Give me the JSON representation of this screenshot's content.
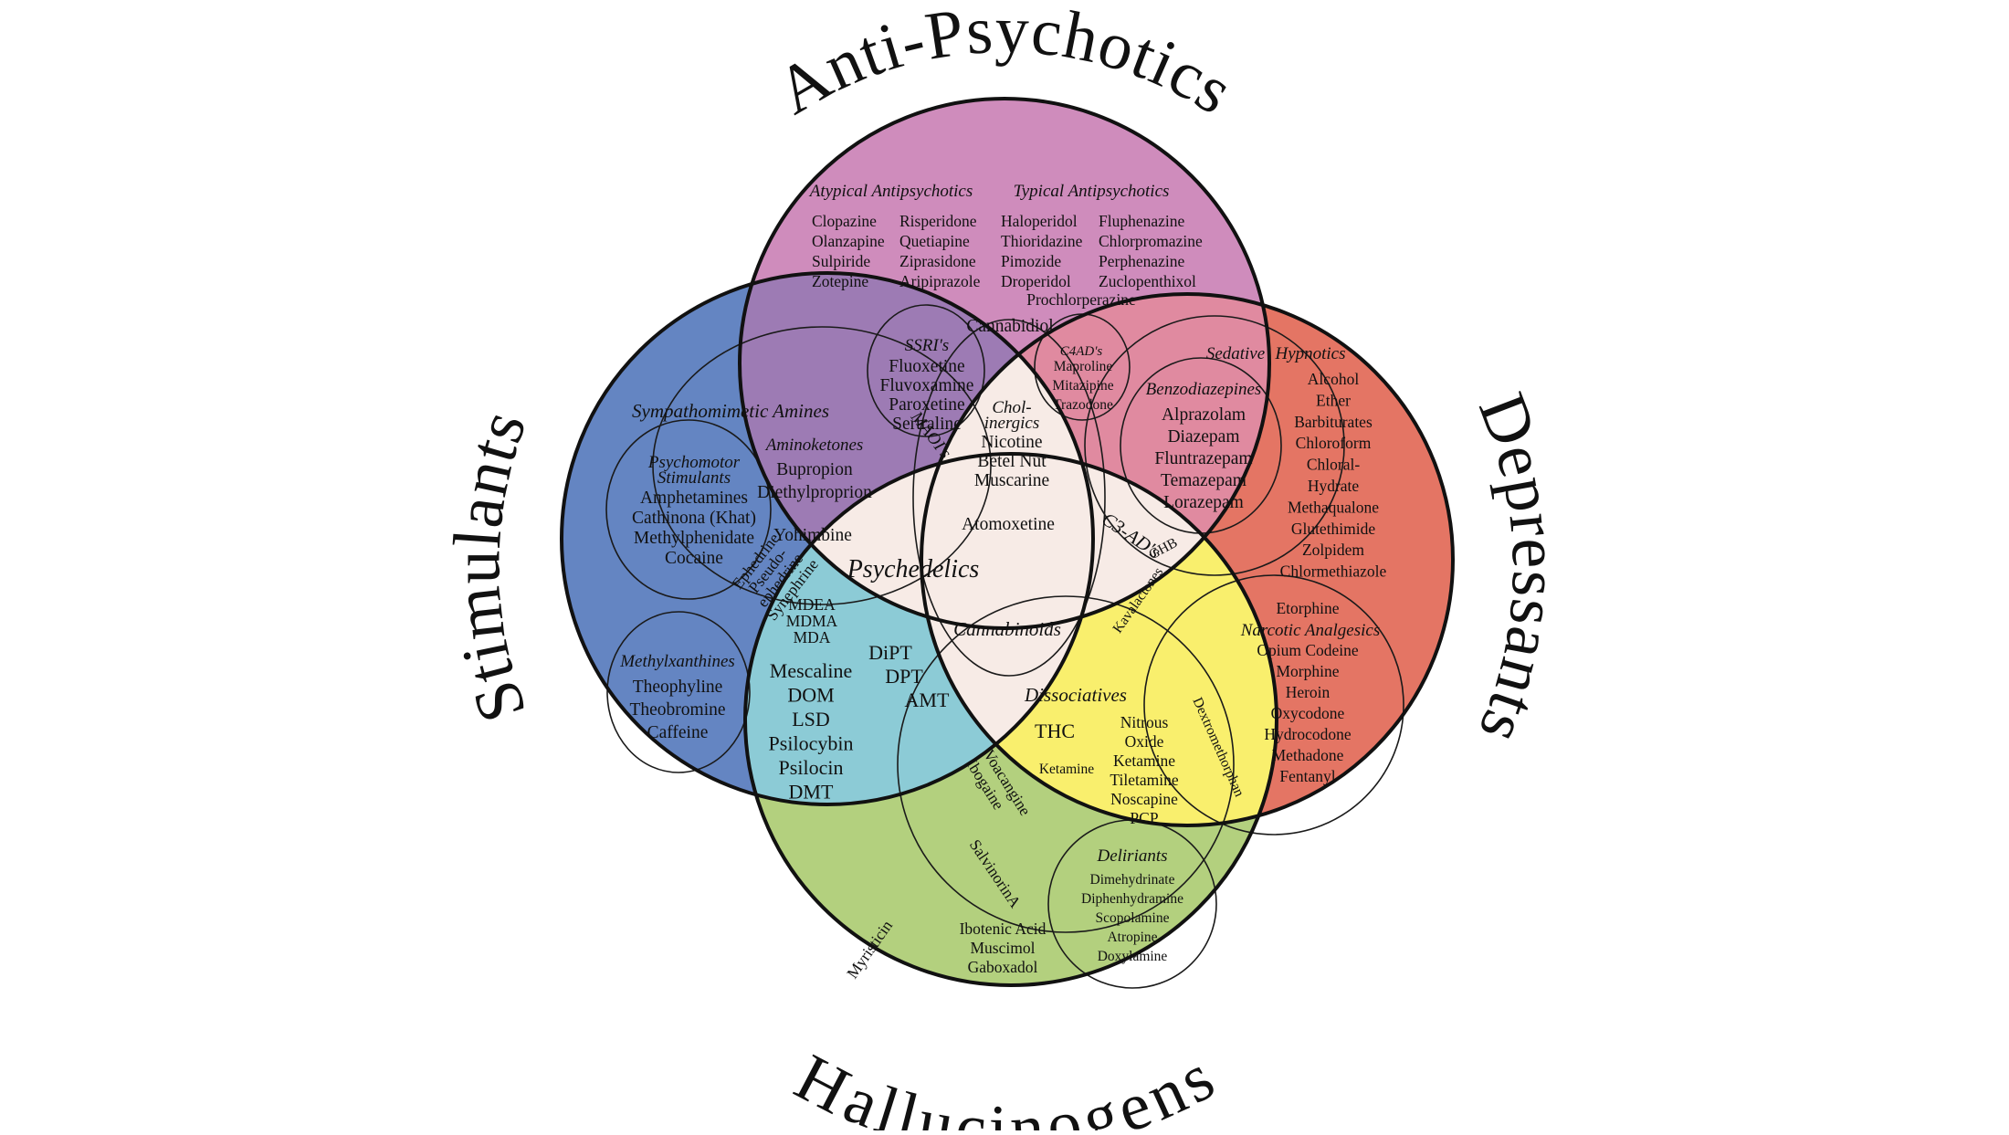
{
  "colors": {
    "anti_psychotics": "#cf8cbc",
    "stimulants": "#6485c2",
    "depressants": "#e47564",
    "hallucinogens": "#b3d07e",
    "stim_hall": "#8ccbd6",
    "hall_dep": "#f9ef6d",
    "center": "#f7ebe6",
    "stim_anti": "#9d7bb4",
    "anti_dep": "#e08aa0"
  },
  "titles": {
    "anti_psychotics": "Anti-Psychotics",
    "stimulants": "Stimulants",
    "depressants": "Depressants",
    "hallucinogens": "Hallucinogens"
  },
  "anti_psychotics": {
    "atypical_label": "Atypical Antipsychotics",
    "typical_label": "Typical Antipsychotics",
    "atypical_col1": [
      "Clopazine",
      "Olanzapine",
      "Sulpiride",
      "Zotepine"
    ],
    "atypical_col2": [
      "Risperidone",
      "Quetiapine",
      "Ziprasidone",
      "Aripiprazole"
    ],
    "typical_col1": [
      "Haloperidol",
      "Thioridazine",
      "Pimozide",
      "Droperidol"
    ],
    "typical_col2": [
      "Fluphenazine",
      "Chlorpromazine",
      "Perphenazine",
      "Zuclopenthixol"
    ],
    "typical_last": "Prochlorperazine",
    "cannabidiol": "Cannabidiol"
  },
  "ssri": {
    "label": "SSRI's",
    "items": [
      "Fluoxetine",
      "Fluvoxamine",
      "Paroxetine",
      "Sertraline"
    ]
  },
  "c4ad": {
    "label": "C4AD's",
    "items": [
      "Maproline",
      "Mitazipine",
      "Trazodone"
    ]
  },
  "cholinergics": {
    "label_1": "Chol-",
    "label_2": "inergics",
    "items": [
      "Nicotine",
      "Betel Nut",
      "Muscarine"
    ]
  },
  "maois": "MAOI's",
  "stimulants": {
    "symp_label": "Sympathomimetic Amines",
    "amino_label": "Aminoketones",
    "amino_items": [
      "Bupropion",
      "Diethylproprion"
    ],
    "psycho_label_1": "Psychomotor",
    "psycho_label_2": "Stimulants",
    "psycho_items": [
      "Amphetamines",
      "Cathinona (Khat)",
      "Methylphenidate",
      "Cocaine"
    ],
    "yohimbine": "Yohimbine",
    "ephedrine": [
      "Ephedrine",
      "Pseudo-",
      "ephedrine",
      "Synephrine"
    ],
    "methyl_label": "Methylxanthines",
    "methyl_items": [
      "Theophyline",
      "Theobromine",
      "Caffeine"
    ]
  },
  "depressants": {
    "sedative_label": "Sedative",
    "hypnotics_label": "Hypnotics",
    "benzo_label": "Benzodiazepines",
    "benzo_items": [
      "Alprazolam",
      "Diazepam",
      "Fluntrazepam",
      "Temazepam",
      "Lorazepam"
    ],
    "hypnotic_items": [
      "Alcohol",
      "Ether",
      "Barbiturates",
      "Chloroform",
      "Chloral-",
      "Hydrate",
      "Methaqualone",
      "Glutethimide",
      "Zolpidem",
      "Chlormethiazole"
    ],
    "ghb": "GHB",
    "narcotic_label": "Narcotic Analgesics",
    "narcotic_items": [
      "Etorphine",
      "Opium Codeine",
      "Morphine",
      "Heroin",
      "Oxycodone",
      "Hydrocodone",
      "Methadone",
      "Fentanyl"
    ]
  },
  "c3ad": "C3-AD's",
  "kavalactones": "Kavalactones",
  "center": {
    "atomoxetine": "Atomoxetine",
    "psychedelics": "Psychedelics",
    "cannabinoids": "Cannabinoids"
  },
  "mdea": [
    "MDEA",
    "MDMA",
    "MDA"
  ],
  "hallucinogens": {
    "left_items": [
      "Mescaline",
      "DOM",
      "LSD",
      "Psilocybin",
      "Psilocin",
      "DMT"
    ],
    "tryptamines": [
      "DiPT",
      "DPT",
      "AMT"
    ],
    "voacangine": "Voacangine",
    "ibogaine": "Ibogaine",
    "salvinorin": "SalvinorinA",
    "myristicin": "Myristicin",
    "muscimol": [
      "Ibotenic Acid",
      "Muscimol",
      "Gaboxadol"
    ],
    "deliriants_label": "Deliriants",
    "deliriants": [
      "Dimehydrinate",
      "Diphenhydramine",
      "Scopolamine",
      "Atropine",
      "Doxylamine"
    ]
  },
  "dissociatives": {
    "label": "Dissociatives",
    "thc": "THC",
    "ketamine": "Ketamine",
    "items": [
      "Nitrous",
      "Oxide",
      "Ketamine",
      "Tiletamine",
      "Noscapine",
      "PCP"
    ],
    "dxm": "Dextromethorphan"
  }
}
